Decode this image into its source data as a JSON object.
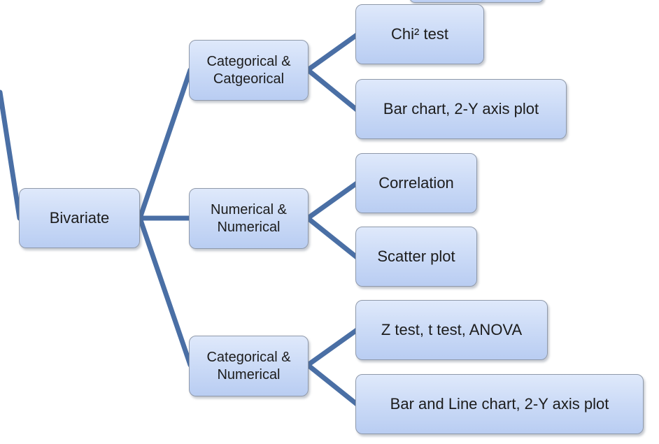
{
  "diagram": {
    "root": {
      "label": "Bivariate"
    },
    "groups": [
      {
        "label_line1": "Categorical &",
        "label_line2": "Catgeorical",
        "children": [
          "Chi² test",
          "Bar chart, 2-Y axis plot"
        ]
      },
      {
        "label_line1": "Numerical &",
        "label_line2": "Numerical",
        "children": [
          "Correlation",
          "Scatter plot"
        ]
      },
      {
        "label_line1": "Categorical &",
        "label_line2": "Numerical",
        "children": [
          "Z test, t test, ANOVA",
          "Bar and Line chart, 2-Y axis plot"
        ]
      }
    ]
  },
  "colors": {
    "connector": "#4a6fa5",
    "box_top": "#dfe9fb",
    "box_bottom": "#b9cdf2",
    "box_border": "#8f99aa"
  }
}
